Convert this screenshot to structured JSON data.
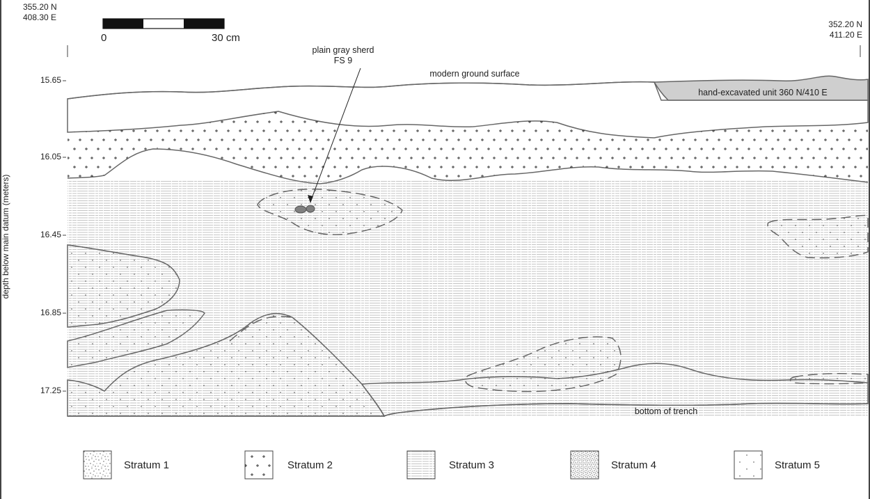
{
  "corner_left": {
    "north": "355.20 N",
    "east": "408.30 E"
  },
  "corner_right": {
    "north": "352.20 N",
    "east": "411.20 E"
  },
  "scale_bar": {
    "start_label": "0",
    "end_label": "30 cm"
  },
  "depth_axis": {
    "title": "depth below main datum (meters)",
    "ticks": [
      "15.65",
      "16.05",
      "16.45",
      "16.85",
      "17.25"
    ]
  },
  "annotations": {
    "sherd_line1": "plain gray sherd",
    "sherd_line2": "FS 9",
    "ground_surface": "modern ground surface",
    "hand_unit": "hand-excavated unit 360 N/410 E",
    "trench_bottom": "bottom of trench"
  },
  "legend": [
    {
      "label": "Stratum 1",
      "pattern": "speckle"
    },
    {
      "label": "Stratum 2",
      "pattern": "plus"
    },
    {
      "label": "Stratum 3",
      "pattern": "lines"
    },
    {
      "label": "Stratum 4",
      "pattern": "dense-dots"
    },
    {
      "label": "Stratum 5",
      "pattern": "sparse-dots"
    }
  ],
  "colors": {
    "line": "#666666",
    "unit_fill": "#cfcfcf",
    "sherd": "#808080"
  }
}
